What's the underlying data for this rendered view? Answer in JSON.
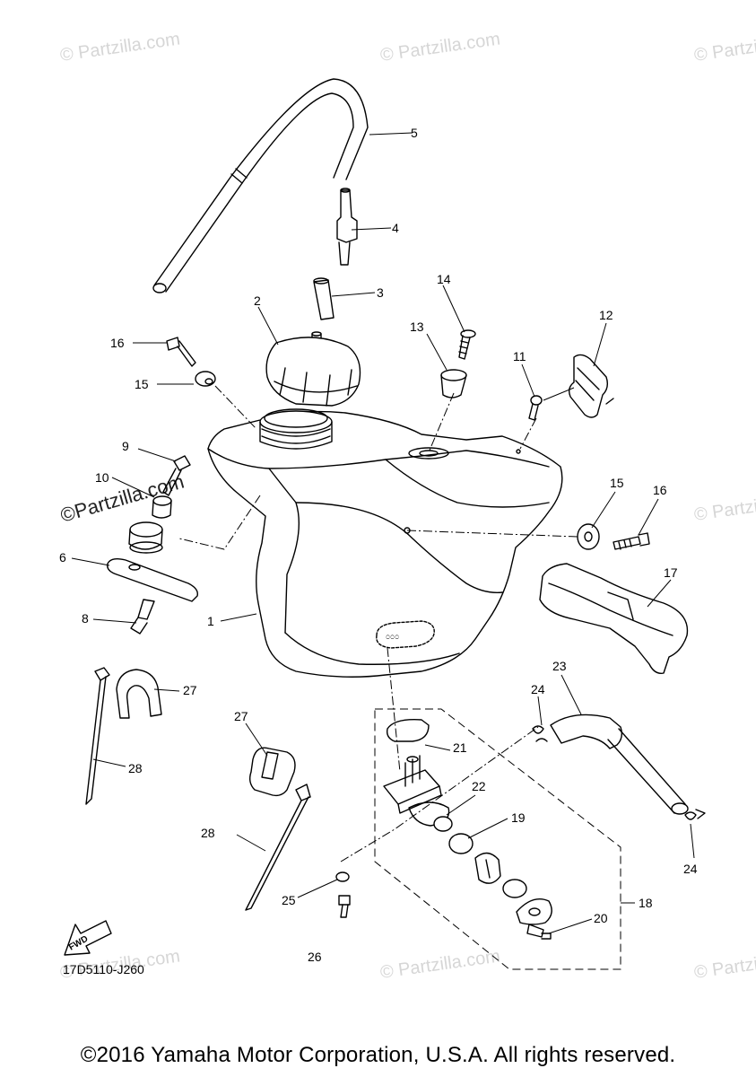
{
  "watermark": "© Partzilla.com",
  "watermark_dark": "©Partzilla.com",
  "fwd_label": "FWD",
  "drawing_code": "17D5110-J260",
  "copyright": "©2016 Yamaha Motor Corporation, U.S.A. All rights reserved.",
  "callouts": {
    "c1": "1",
    "c2": "2",
    "c3": "3",
    "c4": "4",
    "c5": "5",
    "c6": "6",
    "c8": "8",
    "c9": "9",
    "c10": "10",
    "c11": "11",
    "c12": "12",
    "c13": "13",
    "c14": "14",
    "c15a": "15",
    "c15b": "15",
    "c16a": "16",
    "c16b": "16",
    "c17": "17",
    "c18": "18",
    "c19": "19",
    "c20": "20",
    "c21": "21",
    "c22": "22",
    "c23": "23",
    "c24a": "24",
    "c24b": "24",
    "c25": "25",
    "c26": "26",
    "c27a": "27",
    "c27b": "27",
    "c28a": "28",
    "c28b": "28"
  }
}
